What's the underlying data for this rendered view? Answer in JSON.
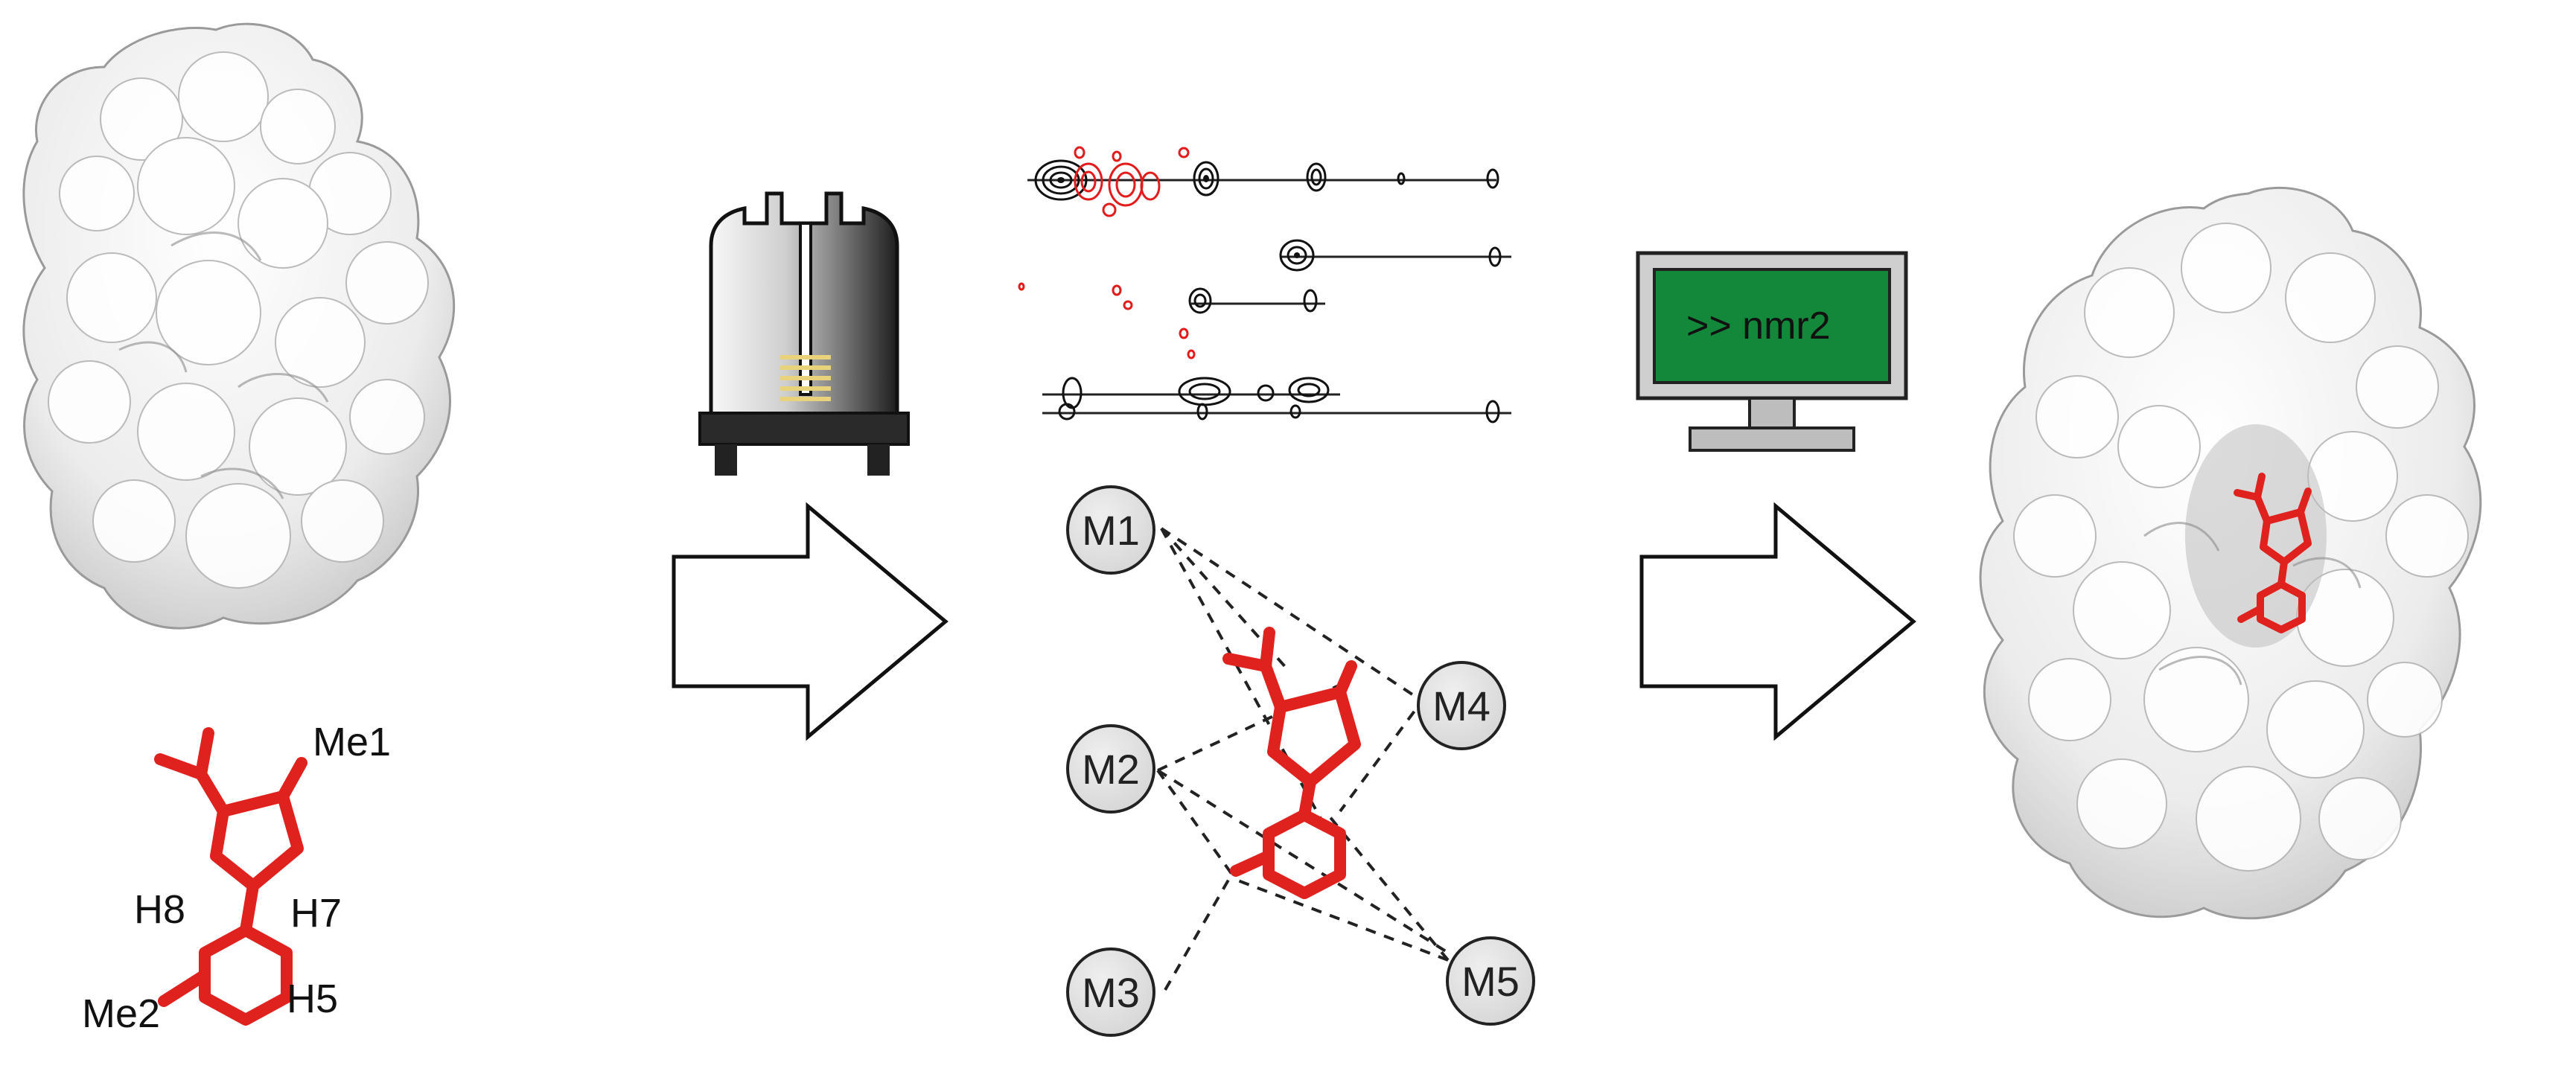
{
  "ligand_labels": {
    "me1": "Me1",
    "me2": "Me2",
    "h5": "H5",
    "h7": "H7",
    "h8": "H8"
  },
  "nodes": [
    {
      "id": "M1",
      "label": "M1"
    },
    {
      "id": "M2",
      "label": "M2"
    },
    {
      "id": "M3",
      "label": "M3"
    },
    {
      "id": "M4",
      "label": "M4"
    },
    {
      "id": "M5",
      "label": "M5"
    }
  ],
  "computer": {
    "screen_text": ">> nmr2"
  },
  "colors": {
    "ligand": "#e0221f",
    "screen": "#13873a",
    "node_fill": "#e0e0e0",
    "protein": "#f4f4f4",
    "spectrum_positive": "#111111",
    "spectrum_negative": "#e21b1b",
    "coil": "#e8d27a"
  }
}
